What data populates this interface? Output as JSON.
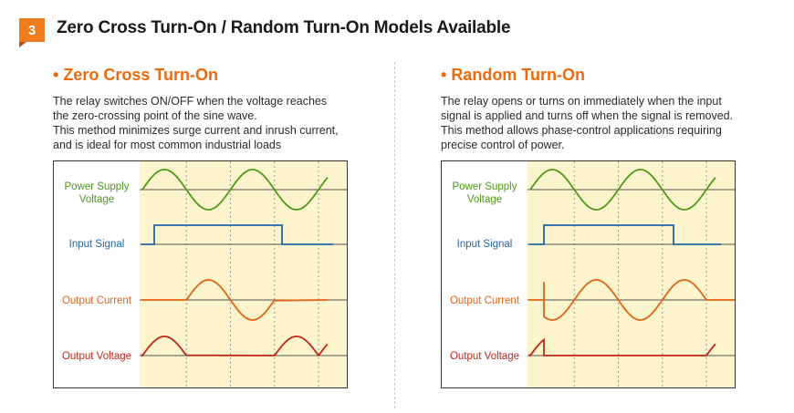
{
  "header": {
    "badge_number": "3",
    "title": "Zero Cross Turn-On / Random Turn-On Models Available"
  },
  "panels": [
    {
      "title": "Zero Cross Turn-On",
      "description": [
        "The relay switches ON/OFF when the voltage reaches",
        "the zero-crossing point of the sine wave.",
        "This method minimizes surge current and inrush current,",
        "and is ideal for most common industrial loads"
      ],
      "labels": {
        "power_supply": [
          "Power Supply",
          "Voltage"
        ],
        "input_signal": "Input Signal",
        "output_current": "Output Current",
        "output_voltage": "Output Voltage"
      }
    },
    {
      "title": "Random Turn-On",
      "description": [
        "The relay opens or turns on immediately when the input",
        "signal is applied and turns off when the signal is removed.",
        "This method allows phase-control applications requiring",
        "precise control of power."
      ],
      "labels": {
        "power_supply": [
          "Power Supply",
          "Voltage"
        ],
        "input_signal": "Input Signal",
        "output_current": "Output Current",
        "output_voltage": "Output Voltage"
      }
    }
  ],
  "colors": {
    "accent": "#f07d1d",
    "supply": "#4e9a1a",
    "input": "#1f67a8",
    "current": "#e36314",
    "voltage": "#c2261a",
    "plot_bg": "#fbf4cc"
  }
}
